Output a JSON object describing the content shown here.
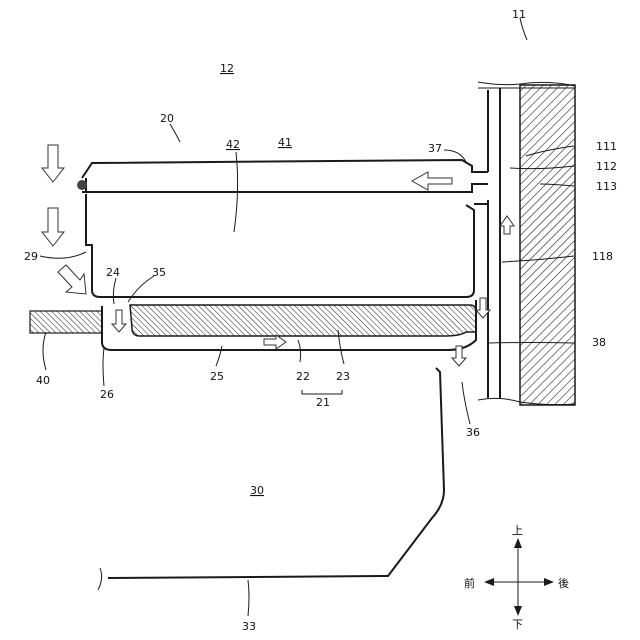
{
  "figure": {
    "labels": {
      "ref_11": "11",
      "ref_12": "12",
      "ref_20": "20",
      "ref_21": "21",
      "ref_22": "22",
      "ref_23": "23",
      "ref_24": "24",
      "ref_25": "25",
      "ref_26": "26",
      "ref_29": "29",
      "ref_30": "30",
      "ref_33": "33",
      "ref_35": "35",
      "ref_36": "36",
      "ref_37": "37",
      "ref_38": "38",
      "ref_40": "40",
      "ref_41": "41",
      "ref_42": "42",
      "ref_111": "111",
      "ref_112": "112",
      "ref_113": "113",
      "ref_118": "118"
    },
    "compass": {
      "up": "上",
      "down": "下",
      "front": "前",
      "back": "後"
    }
  }
}
